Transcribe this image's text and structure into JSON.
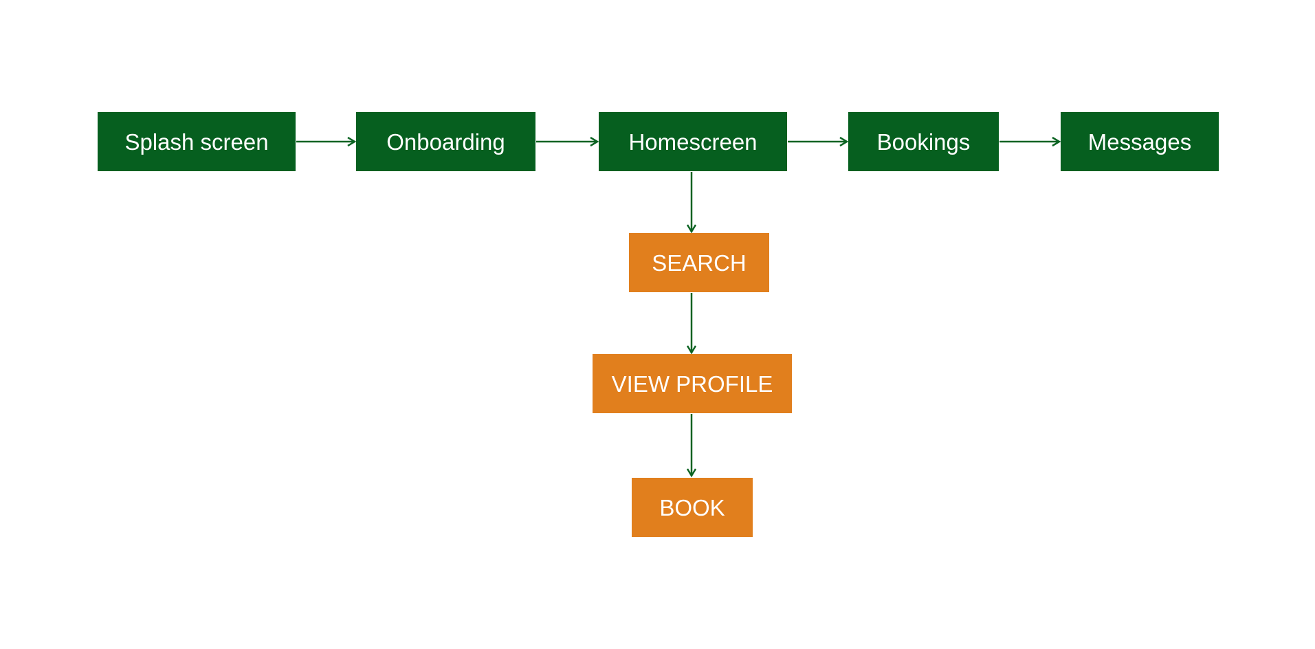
{
  "diagram": {
    "type": "flowchart",
    "background": "#ffffff",
    "colors": {
      "screen_node_fill": "#065f1f",
      "action_node_fill": "#e17f1d",
      "arrow_stroke": "#0b6322",
      "node_text": "#ffffff"
    },
    "nodes": {
      "main": [
        {
          "id": "splash-screen",
          "label": "Splash screen"
        },
        {
          "id": "onboarding",
          "label": "Onboarding"
        },
        {
          "id": "homescreen",
          "label": "Homescreen"
        },
        {
          "id": "bookings",
          "label": "Bookings"
        },
        {
          "id": "messages",
          "label": "Messages"
        }
      ],
      "branch": [
        {
          "id": "search",
          "label": "SEARCH"
        },
        {
          "id": "view-profile",
          "label": "VIEW PROFILE"
        },
        {
          "id": "book",
          "label": "BOOK"
        }
      ]
    },
    "edges": [
      {
        "from": "Splash screen",
        "to": "Onboarding"
      },
      {
        "from": "Onboarding",
        "to": "Homescreen"
      },
      {
        "from": "Homescreen",
        "to": "Bookings"
      },
      {
        "from": "Bookings",
        "to": "Messages"
      },
      {
        "from": "Homescreen",
        "to": "SEARCH"
      },
      {
        "from": "SEARCH",
        "to": "VIEW PROFILE"
      },
      {
        "from": "VIEW PROFILE",
        "to": "BOOK"
      }
    ]
  }
}
